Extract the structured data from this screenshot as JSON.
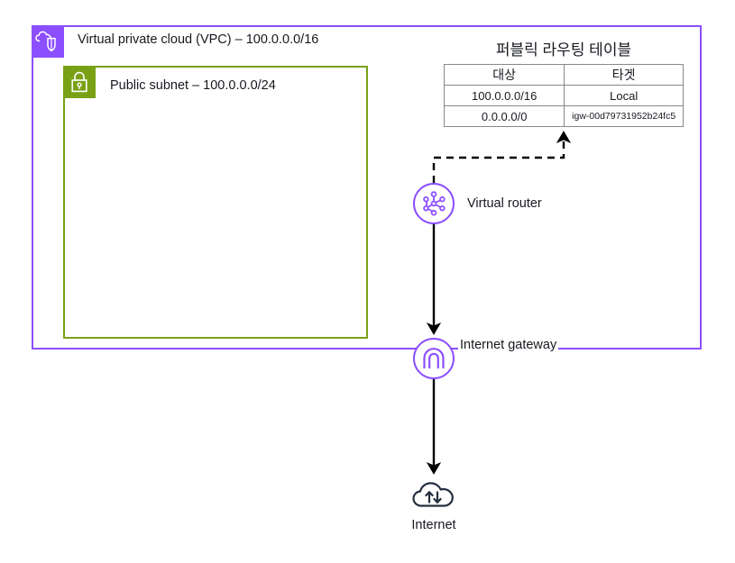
{
  "diagram": {
    "vpc": {
      "label": "Virtual private cloud (VPC) – 100.0.0.0/16",
      "icon": "vpc-cloud-shield-icon",
      "border_color": "#8c4fff"
    },
    "subnet": {
      "label": "Public subnet – 100.0.0.0/24",
      "icon": "padlock-icon",
      "border_color": "#7aa116"
    },
    "route_table": {
      "title": "퍼블릭 라우팅 테이블",
      "headers": [
        "대상",
        "타겟"
      ],
      "rows": [
        {
          "destination": "100.0.0.0/16",
          "target": "Local"
        },
        {
          "destination": "0.0.0.0/0",
          "target": "igw-00d79731952b24fc5"
        }
      ]
    },
    "nodes": {
      "router": {
        "label": "Virtual router",
        "icon": "virtual-router-icon",
        "color": "#8c4fff"
      },
      "internet_gateway": {
        "label": "Internet gateway",
        "icon": "internet-gateway-icon",
        "color": "#8c4fff"
      },
      "internet": {
        "label": "Internet",
        "icon": "internet-cloud-icon",
        "color": "#232f3e"
      }
    },
    "connectors": {
      "route_table_to_router": "dashed",
      "router_to_gateway": "solid-arrow",
      "gateway_to_internet": "solid-arrow"
    }
  }
}
